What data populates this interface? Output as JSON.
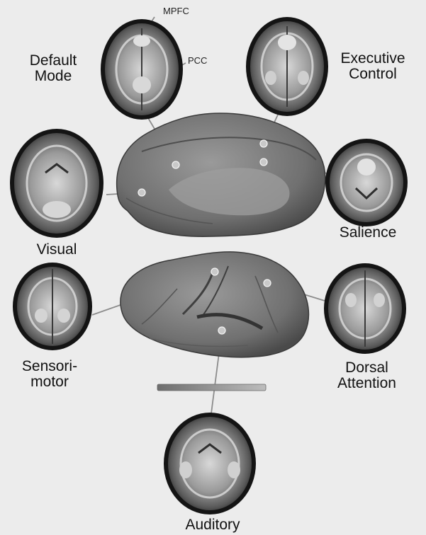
{
  "labels": {
    "mpfc": "MPFC",
    "pcc": "PCC",
    "default_mode": [
      "Default",
      "Mode"
    ],
    "executive_control": [
      "Executive",
      "Control"
    ],
    "visual": "Visual",
    "salience": "Salience",
    "sensorimotor": [
      "Sensori-",
      "motor"
    ],
    "dorsal_attention": [
      "Dorsal",
      "Attention"
    ],
    "auditory": "Auditory"
  },
  "colors": {
    "background": "#ececec",
    "brain_surface": "#7a7a7a",
    "connector_line": "#8c8c8c",
    "scan_ring": "#1a1a1a"
  }
}
